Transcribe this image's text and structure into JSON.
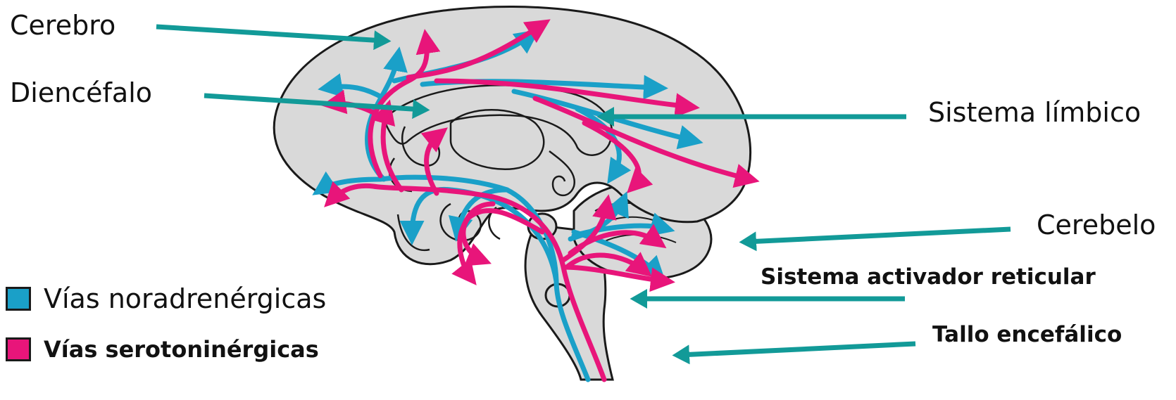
{
  "labels": {
    "cerebro": "Cerebro",
    "diencefalo": "Diencéfalo",
    "sistema_limbico": "Sistema límbico",
    "cerebelo": "Cerebelo",
    "sistema_activador": "Sistema activador reticular",
    "tallo": "Tallo encefálico"
  },
  "legend": {
    "noradrenergic": "Vías noradrenérgicas",
    "serotonergic": "Vías serotoninérgicas"
  },
  "colors": {
    "noradrenergic": "#1aa0c8",
    "serotonergic": "#e8157a",
    "pointer": "#129a98",
    "brain_fill": "#d9d9d9",
    "outline": "#1a1a1a"
  },
  "icons": {
    "pointer": "arrow-pointer-icon"
  }
}
